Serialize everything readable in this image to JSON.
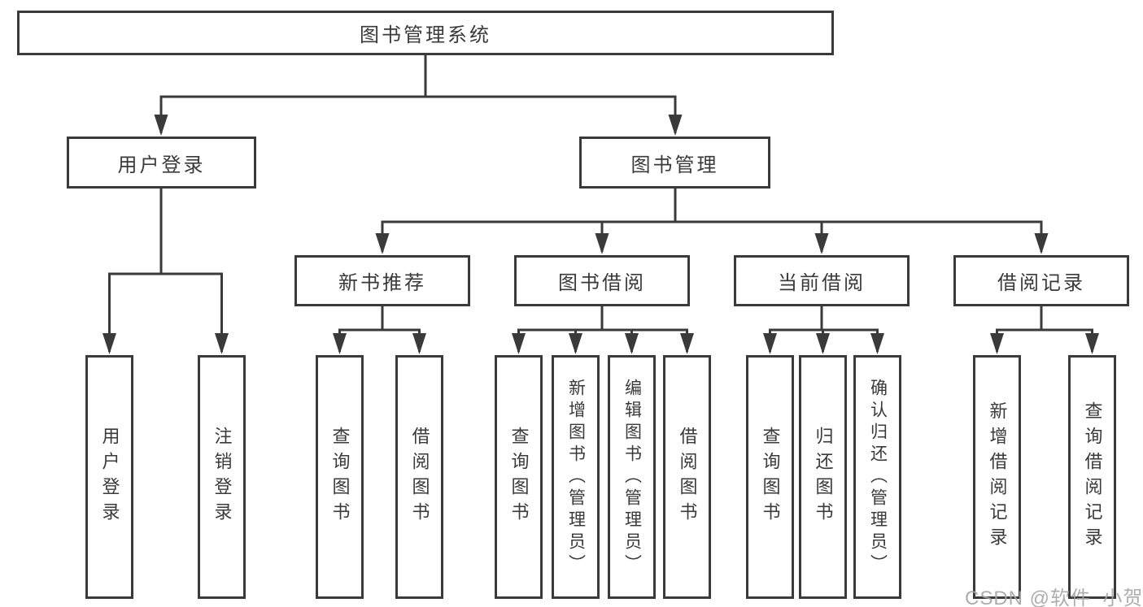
{
  "diagram_type": "hierarchy-tree",
  "colors": {
    "line": "#3a3a3a",
    "border": "#3a3a3a",
    "text": "#3a3a3a",
    "background": "#ffffff",
    "watermark": "#a5a5a5"
  },
  "tree": {
    "label": "图书管理系统",
    "children": [
      {
        "label": "用户登录",
        "children": [
          {
            "label": "用户登录"
          },
          {
            "label": "注销登录"
          }
        ]
      },
      {
        "label": "图书管理",
        "children": [
          {
            "label": "新书推荐",
            "children": [
              {
                "label": "查询图书"
              },
              {
                "label": "借阅图书"
              }
            ]
          },
          {
            "label": "图书借阅",
            "children": [
              {
                "label": "查询图书"
              },
              {
                "label": "新增图书（管理员）"
              },
              {
                "label": "编辑图书（管理员）"
              },
              {
                "label": "借阅图书"
              }
            ]
          },
          {
            "label": "当前借阅",
            "children": [
              {
                "label": "查询图书"
              },
              {
                "label": "归还图书"
              },
              {
                "label": "确认归还（管理员）"
              }
            ]
          },
          {
            "label": "借阅记录",
            "children": [
              {
                "label": "新增借阅记录"
              },
              {
                "label": "查询借阅记录"
              }
            ]
          }
        ]
      }
    ]
  },
  "watermark": "CSDN @软件_小贺同学"
}
